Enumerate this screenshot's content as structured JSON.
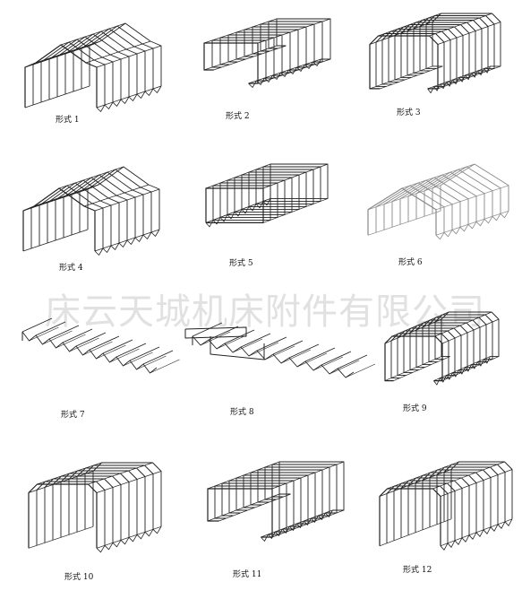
{
  "watermark": "床云天城机床附件有限公司",
  "figures": [
    {
      "caption": "形式 1",
      "variant": "gable-fold-ends"
    },
    {
      "caption": "形式 2",
      "variant": "box-hooks"
    },
    {
      "caption": "形式 3",
      "variant": "arch-hooks"
    },
    {
      "caption": "形式 4",
      "variant": "gable-fold-ends"
    },
    {
      "caption": "形式 5",
      "variant": "box-frame"
    },
    {
      "caption": "形式 6",
      "variant": "gable-light"
    },
    {
      "caption": "形式 7",
      "variant": "flat-zigzag"
    },
    {
      "caption": "形式 8",
      "variant": "flat-zigzag-rail"
    },
    {
      "caption": "形式 9",
      "variant": "arch-hooks"
    },
    {
      "caption": "形式 10",
      "variant": "arch-square"
    },
    {
      "caption": "形式 11",
      "variant": "box-hooks"
    },
    {
      "caption": "形式 12",
      "variant": "arch-square"
    }
  ]
}
